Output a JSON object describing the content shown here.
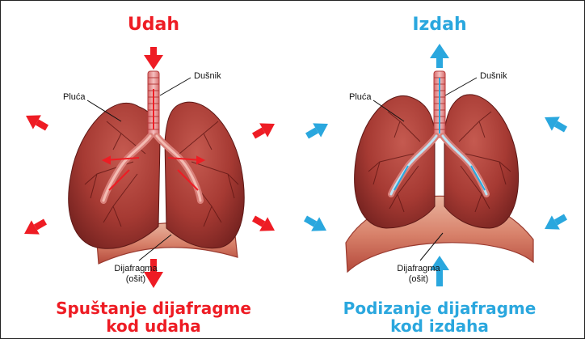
{
  "colors": {
    "inhale": "#ee1c24",
    "exhale": "#2aa7de",
    "lung_dark": "#8d2a27",
    "lung_mid": "#b5433c",
    "diaphragm": "#d07a63"
  },
  "inhale": {
    "title": "Udah",
    "trachea_label": "Dušnik",
    "lungs_label": "Pluća",
    "diaphragm_label_1": "Dijafragma",
    "diaphragm_label_2": "(ošit)",
    "caption_1": "Spuštanje dijafragme",
    "caption_2": "kod udaha"
  },
  "exhale": {
    "title": "Izdah",
    "trachea_label": "Dušnik",
    "lungs_label": "Pluća",
    "diaphragm_label_1": "Dijafragma",
    "diaphragm_label_2": "(ošit)",
    "caption_1": "Podizanje dijafragme",
    "caption_2": "kod izdaha"
  },
  "icons": [
    "arrow-down-icon",
    "arrow-up-icon",
    "arrow-outward-icon",
    "arrow-inward-icon"
  ]
}
